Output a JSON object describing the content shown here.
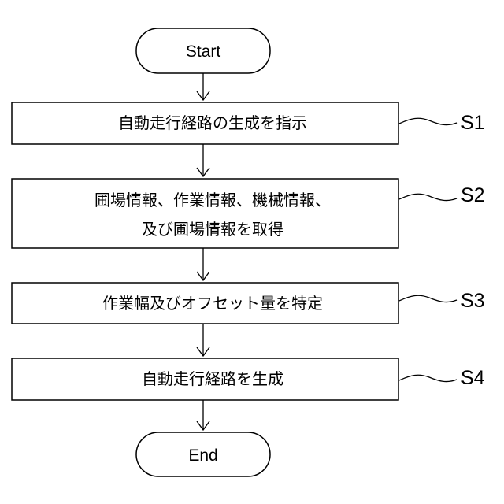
{
  "flowchart": {
    "start": "Start",
    "end": "End",
    "steps": [
      {
        "label": "S1",
        "lines": [
          "自動走行経路の生成を指示"
        ]
      },
      {
        "label": "S2",
        "lines": [
          "圃場情報、作業情報、機械情報、",
          "及び圃場情報を取得"
        ]
      },
      {
        "label": "S3",
        "lines": [
          "作業幅及びオフセット量を特定"
        ]
      },
      {
        "label": "S4",
        "lines": [
          "自動走行経路を生成"
        ]
      }
    ]
  }
}
